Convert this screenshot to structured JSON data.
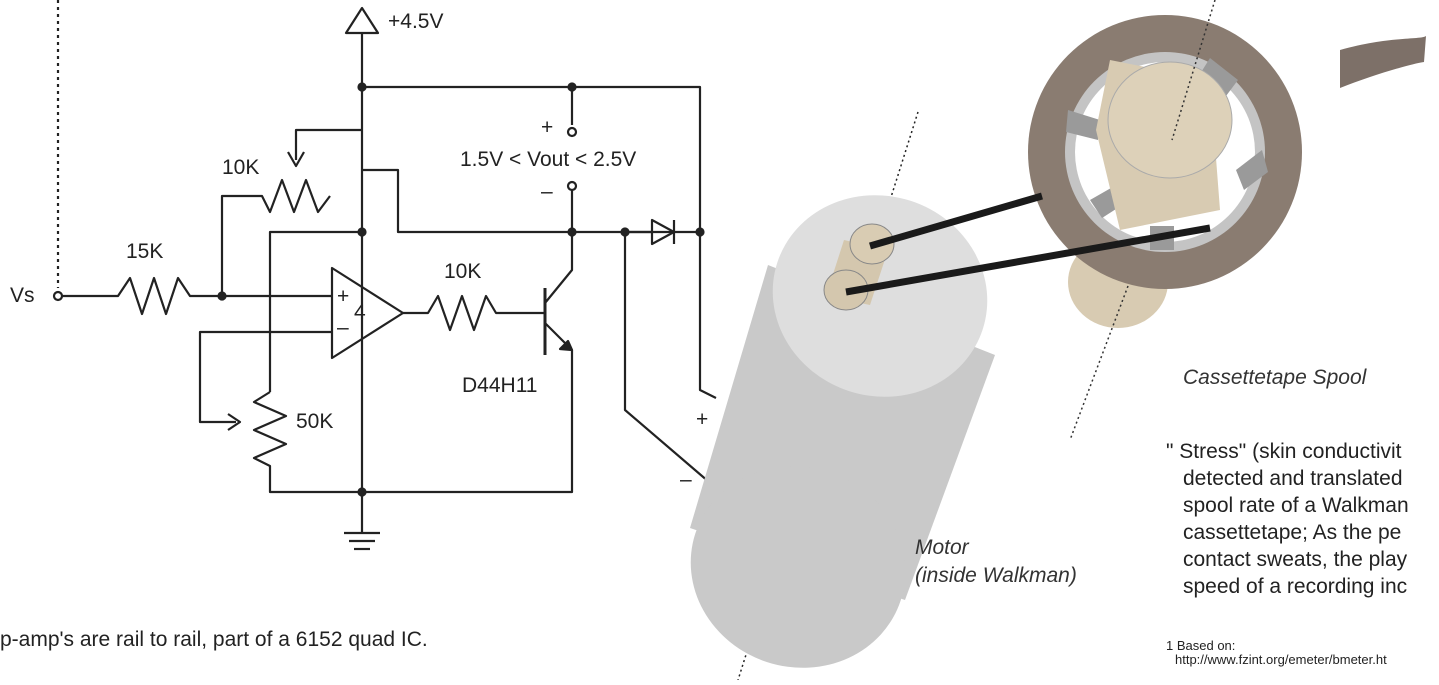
{
  "circuit": {
    "supply": "+4.5V",
    "pot_top": "10K",
    "r_input": "15K",
    "r_base": "10K",
    "pot_bottom": "50K",
    "input_label": "Vs",
    "opamp_plus": "+",
    "opamp_minus": "–",
    "opamp_number": "4",
    "transistor": "D44H11",
    "vout_plus": "+",
    "vout_minus": "–",
    "vout_range": "1.5V < Vout < 2.5V",
    "motor_plus": "+",
    "motor_minus": "–"
  },
  "labels": {
    "motor_line1": "Motor",
    "motor_line2": "(inside Walkman)",
    "spool": "Cassettetape Spool"
  },
  "notes": {
    "opamp_note": "p-amp's are rail to rail, part of a 6152 quad IC.",
    "description": [
      "\" Stress\" (skin conductivit",
      "detected and translated",
      "spool rate of a Walkman",
      "cassettetape; As the pe",
      "contact sweats, the play",
      "speed of a recording inc"
    ],
    "footnote_line1": "1 Based on:",
    "footnote_line2": "http://www.fzint.org/emeter/bmeter.ht"
  },
  "colors": {
    "wire": "#222222",
    "motor_body": "#c8c8c8",
    "motor_face": "#dcdcdc",
    "spool_ring": "#8a7b70",
    "spool_hub": "#d8cbb2",
    "spool_inner": "#c4c4c4",
    "belt": "#1a1a1a"
  }
}
